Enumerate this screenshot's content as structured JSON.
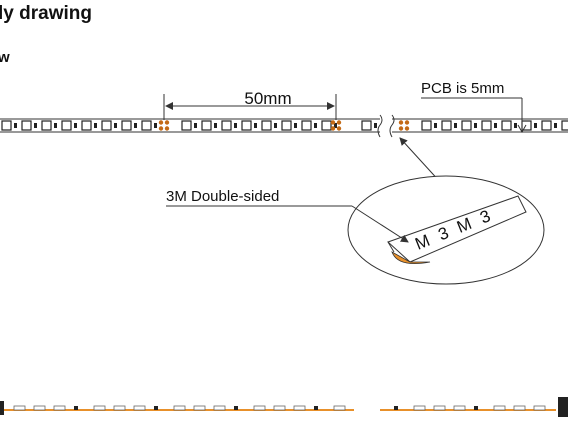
{
  "header": {
    "title": "ly drawing",
    "subtitle": "w"
  },
  "annotations": {
    "spacing": "50mm",
    "pcb_width": "PCB is 5mm",
    "tape": "3M Double-sided",
    "tape_print": "M 3 M 3"
  },
  "colors": {
    "ink": "#111111",
    "line": "#333333",
    "solder": "#c46a16",
    "copper": "#e8a04a",
    "tape_orange": "#e8902a"
  }
}
